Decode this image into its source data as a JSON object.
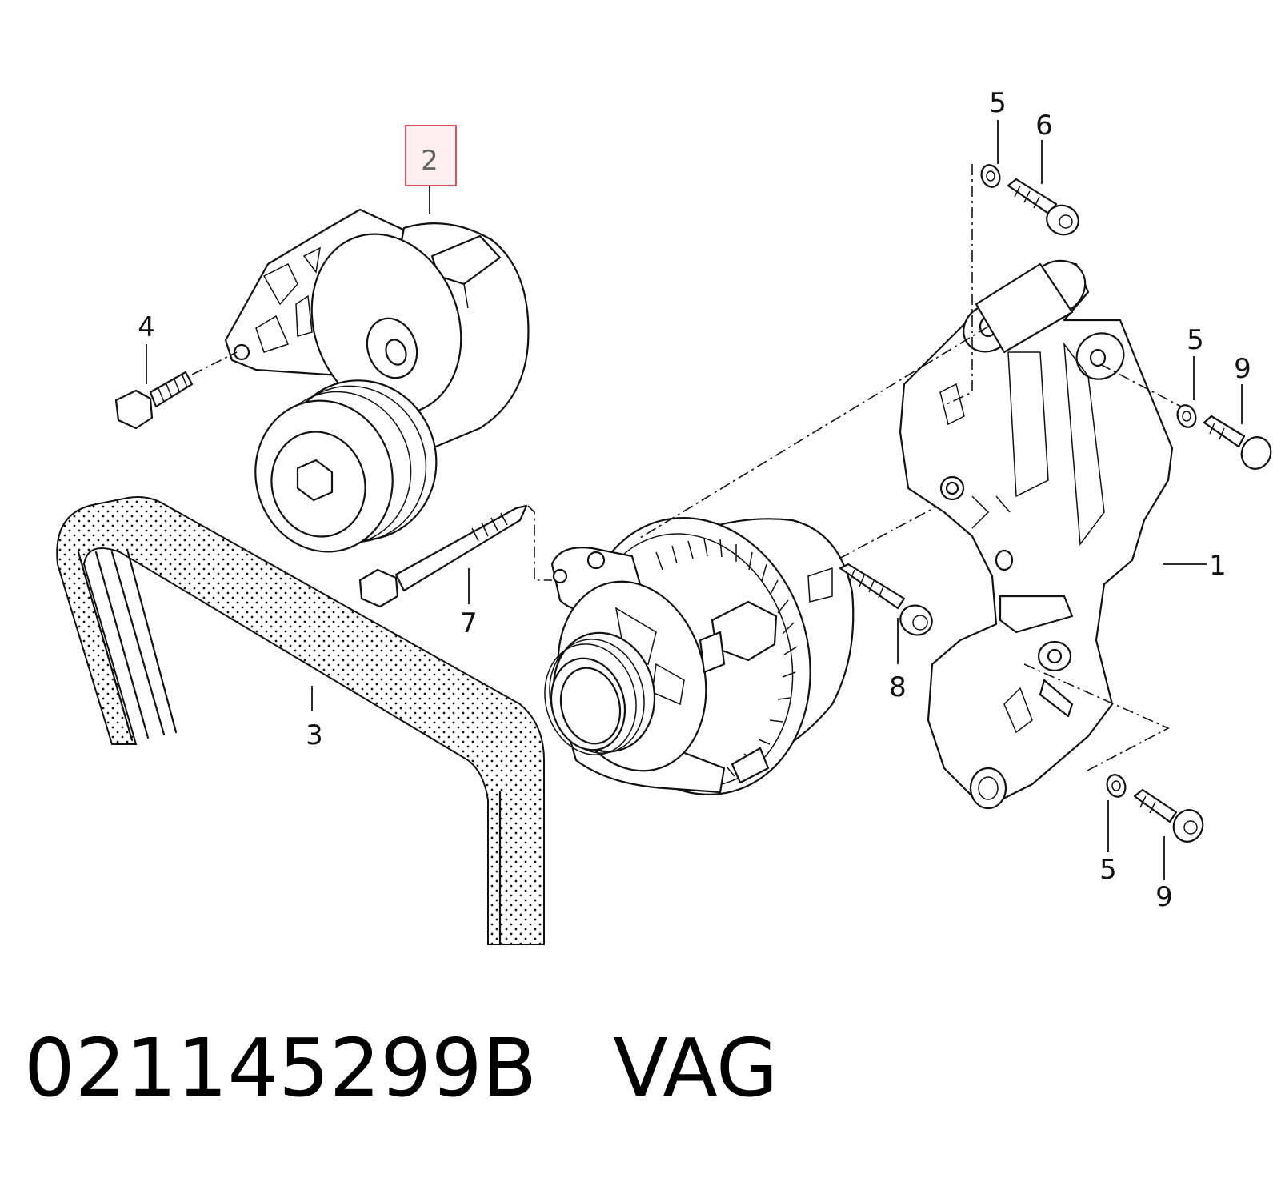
{
  "callouts": {
    "c1": "1",
    "c2": "2",
    "c3": "3",
    "c4": "4",
    "c5a": "5",
    "c5b": "5",
    "c5c": "5",
    "c6": "6",
    "c7": "7",
    "c8": "8",
    "c9a": "9",
    "c9b": "9"
  },
  "highlight": {
    "callout": "2",
    "color": "#e05060"
  },
  "footer": {
    "part_number": "021145299B",
    "brand": "VAG"
  }
}
